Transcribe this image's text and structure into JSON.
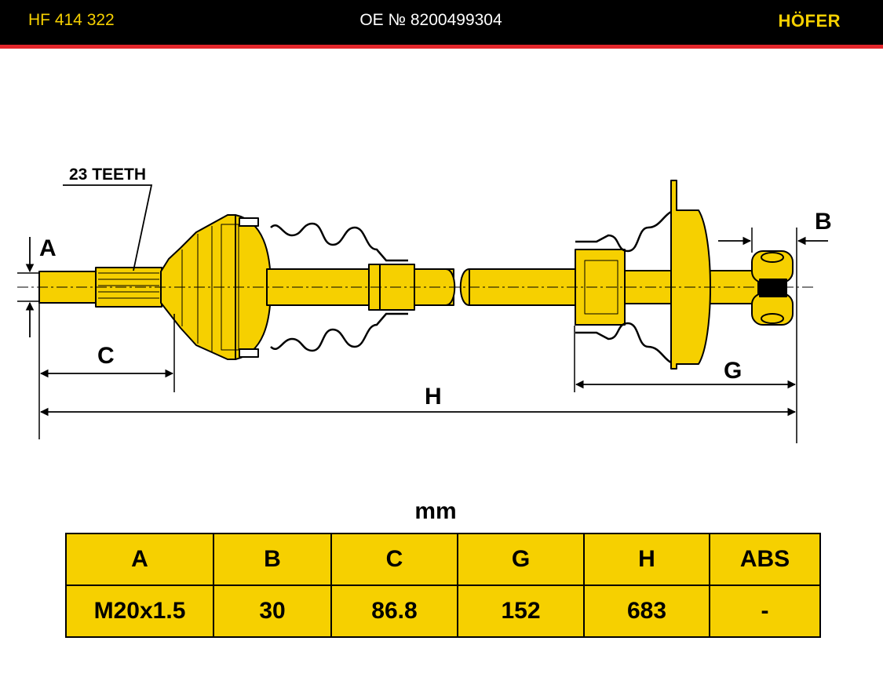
{
  "header": {
    "part_number": "HF 414 322",
    "oe_number": "OE № 8200499304",
    "brand": "HÖFER"
  },
  "drawing": {
    "teeth_label": "23 TEETH",
    "dim_labels": {
      "A": "A",
      "B": "B",
      "C": "C",
      "G": "G",
      "H": "H"
    }
  },
  "units": "mm",
  "table": {
    "headers": [
      "A",
      "B",
      "C",
      "G",
      "H",
      "ABS"
    ],
    "values": [
      "M20x1.5",
      "30",
      "86.8",
      "152",
      "683",
      "-"
    ]
  },
  "colors": {
    "yellow": "#f6d000",
    "header_bg": "#000000",
    "header_stripe": "#e3262b"
  }
}
